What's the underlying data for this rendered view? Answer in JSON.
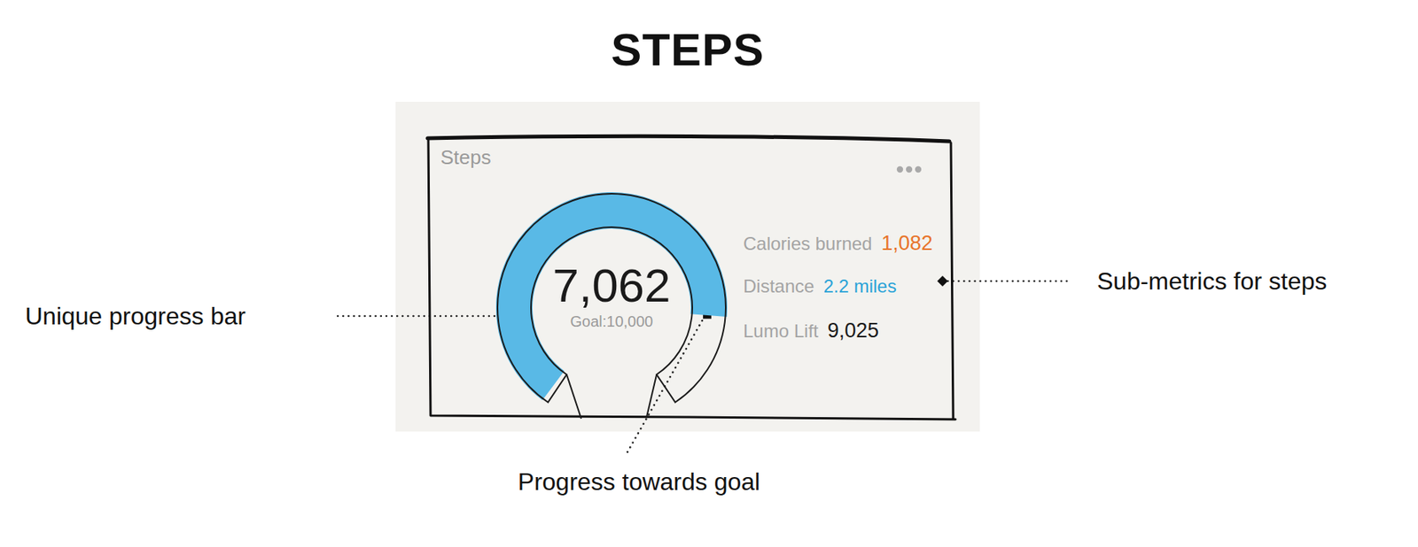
{
  "diagram": {
    "title": "STEPS",
    "nodes": [
      {
        "text": [
          "Steps"
        ]
      },
      {
        "text": [
          "7,062",
          "Goal:10,000"
        ],
        "in": 0
      }
    ],
    "labels": [
      "Calories burned",
      "1,082",
      "Distance",
      "2.2 miles",
      "Lumo Lift",
      "9,025",
      "Unique progress bar",
      "Sub-metrics for steps",
      "Progress towards goal"
    ]
  }
}
